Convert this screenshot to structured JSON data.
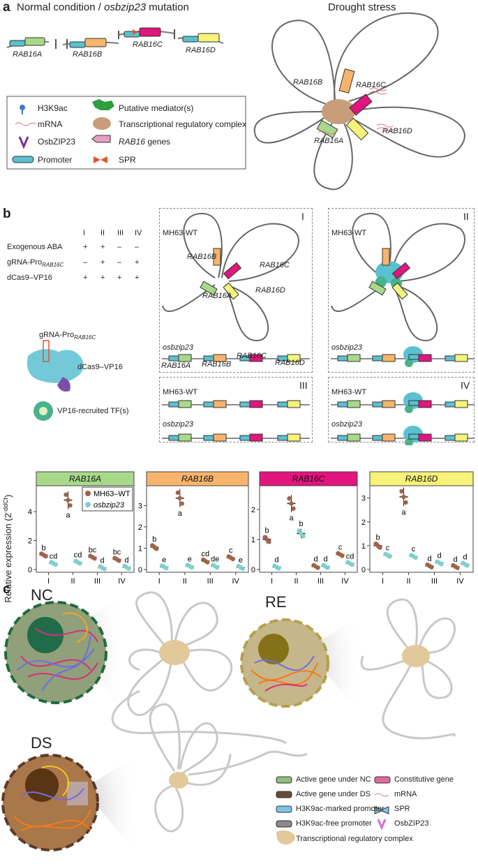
{
  "panel_a": {
    "letter": "a",
    "title_normal_prefix": "Normal condition / ",
    "title_normal_mut": "osbzip23",
    "title_normal_suffix": " mutation",
    "title_drought": "Drought stress",
    "genes": [
      "RAB16A",
      "RAB16B",
      "RAB16C",
      "RAB16D"
    ],
    "legend": [
      {
        "label": "H3K9ac"
      },
      {
        "label": "mRNA"
      },
      {
        "label": "OsbZIP23"
      },
      {
        "label": "Promoter"
      },
      {
        "label": "Putative mediator(s)"
      },
      {
        "label": "Transcriptional regulatory complex"
      },
      {
        "label_italic": "RAB16",
        "label": " genes"
      },
      {
        "label": "SPR"
      }
    ]
  },
  "panel_b": {
    "letter": "b",
    "columns": [
      "I",
      "II",
      "III",
      "IV"
    ],
    "rows": [
      {
        "label": "Exogenous ABA",
        "values": [
          "+",
          "+",
          "–",
          "–"
        ]
      },
      {
        "label_prefix": "gRNA-Pro",
        "label_sub": "RAB16C",
        "values": [
          "–",
          "+",
          "–",
          "+"
        ]
      },
      {
        "label": "dCas9–VP16",
        "values": [
          "+",
          "+",
          "+",
          "+"
        ]
      }
    ],
    "schematic_grna_prefix": "gRNA-Pro",
    "schematic_grna_sub": "RAB16C",
    "schematic_dcas9": "dCas9–VP16",
    "schematic_vp16": "VP16-recruited TF(s)",
    "box_labels": [
      "I",
      "II",
      "III",
      "IV"
    ],
    "wt": "MH63-WT",
    "mut": "osbzip23",
    "box_genes": [
      "RAB16B",
      "RAB16C",
      "RAB16A",
      "RAB16D"
    ],
    "box_mut_genes": [
      "RAB16A",
      "RAB16B",
      "RAB16C",
      "RAB16D"
    ],
    "ylabel": "Relative expression (2",
    "ylabel_sup": "-ddCt",
    "ylabel_end": ")",
    "legend_wt": "MH63–WT",
    "legend_mut": "osbzip23"
  },
  "chart_data": [
    {
      "type": "scatter",
      "title": "RAB16A",
      "color": "#a8d98a",
      "categories": [
        "I",
        "II",
        "III",
        "IV"
      ],
      "ylim": [
        0,
        5.6
      ],
      "yticks": [
        0,
        2,
        4
      ],
      "series": [
        {
          "name": "MH63–WT",
          "values": [
            1.0,
            4.8,
            0.85,
            0.7
          ],
          "letters": [
            "b",
            "a",
            "bc",
            "bc"
          ]
        },
        {
          "name": "osbzip23",
          "values": [
            0.42,
            0.5,
            0.12,
            0.15
          ],
          "letters": [
            "cd",
            "cd",
            "d",
            "d"
          ]
        }
      ]
    },
    {
      "type": "scatter",
      "title": "RAB16B",
      "color": "#f7b46b",
      "categories": [
        "I",
        "II",
        "III",
        "IV"
      ],
      "ylim": [
        0,
        3.8
      ],
      "yticks": [
        0,
        1,
        2,
        3
      ],
      "series": [
        {
          "name": "MH63–WT",
          "values": [
            1.05,
            3.35,
            0.4,
            0.55
          ],
          "letters": [
            "b",
            "a",
            "cd",
            "c"
          ]
        },
        {
          "name": "osbzip23",
          "values": [
            0.12,
            0.15,
            0.15,
            0.1
          ],
          "letters": [
            "e",
            "e",
            "de",
            "e"
          ]
        }
      ]
    },
    {
      "type": "scatter",
      "title": "RAB16C",
      "color": "#e0157d",
      "categories": [
        "I",
        "II",
        "III",
        "IV"
      ],
      "ylim": [
        0,
        2.7
      ],
      "yticks": [
        0,
        1,
        2
      ],
      "series": [
        {
          "name": "MH63–WT",
          "values": [
            1.0,
            2.2,
            0.1,
            0.5
          ],
          "letters": [
            "b",
            "a",
            "d",
            "c"
          ]
        },
        {
          "name": "osbzip23",
          "values": [
            0.08,
            1.2,
            0.1,
            0.2
          ],
          "letters": [
            "d",
            "b",
            "d",
            "cd"
          ]
        }
      ]
    },
    {
      "type": "scatter",
      "title": "RAB16D",
      "color": "#f6f27a",
      "categories": [
        "I",
        "II",
        "III",
        "IV"
      ],
      "ylim": [
        0,
        3.4
      ],
      "yticks": [
        0,
        1,
        2,
        3
      ],
      "series": [
        {
          "name": "MH63–WT",
          "values": [
            1.0,
            3.05,
            0.15,
            0.12
          ],
          "letters": [
            "b",
            "a",
            "d",
            "d"
          ]
        },
        {
          "name": "osbzip23",
          "values": [
            0.6,
            0.55,
            0.28,
            0.22
          ],
          "letters": [
            "c",
            "c",
            "d",
            "d"
          ]
        }
      ]
    }
  ],
  "panel_c": {
    "letter": "c",
    "nc": "NC",
    "re": "RE",
    "ds": "DS",
    "legend": [
      {
        "label": "Active gene under NC",
        "color": "#8fbf7a"
      },
      {
        "label": "Constitutive gene",
        "color": "#e06a9a"
      },
      {
        "label": "Active gene under DS",
        "color": "#6b4a3a"
      },
      {
        "label": "mRNA",
        "color": "#e0708a"
      },
      {
        "label": "H3K9ac-marked promoter",
        "color": "#7fc4e8"
      },
      {
        "label": "SPR",
        "color": "#7fc4e8"
      },
      {
        "label": "H3K9ac-free promoter",
        "color": "#8a8a8a"
      },
      {
        "label": "OsbZIP23",
        "color": "#d66fd6"
      },
      {
        "label": "Transcriptional regulatory complex",
        "color": "#e2c89a"
      }
    ]
  }
}
